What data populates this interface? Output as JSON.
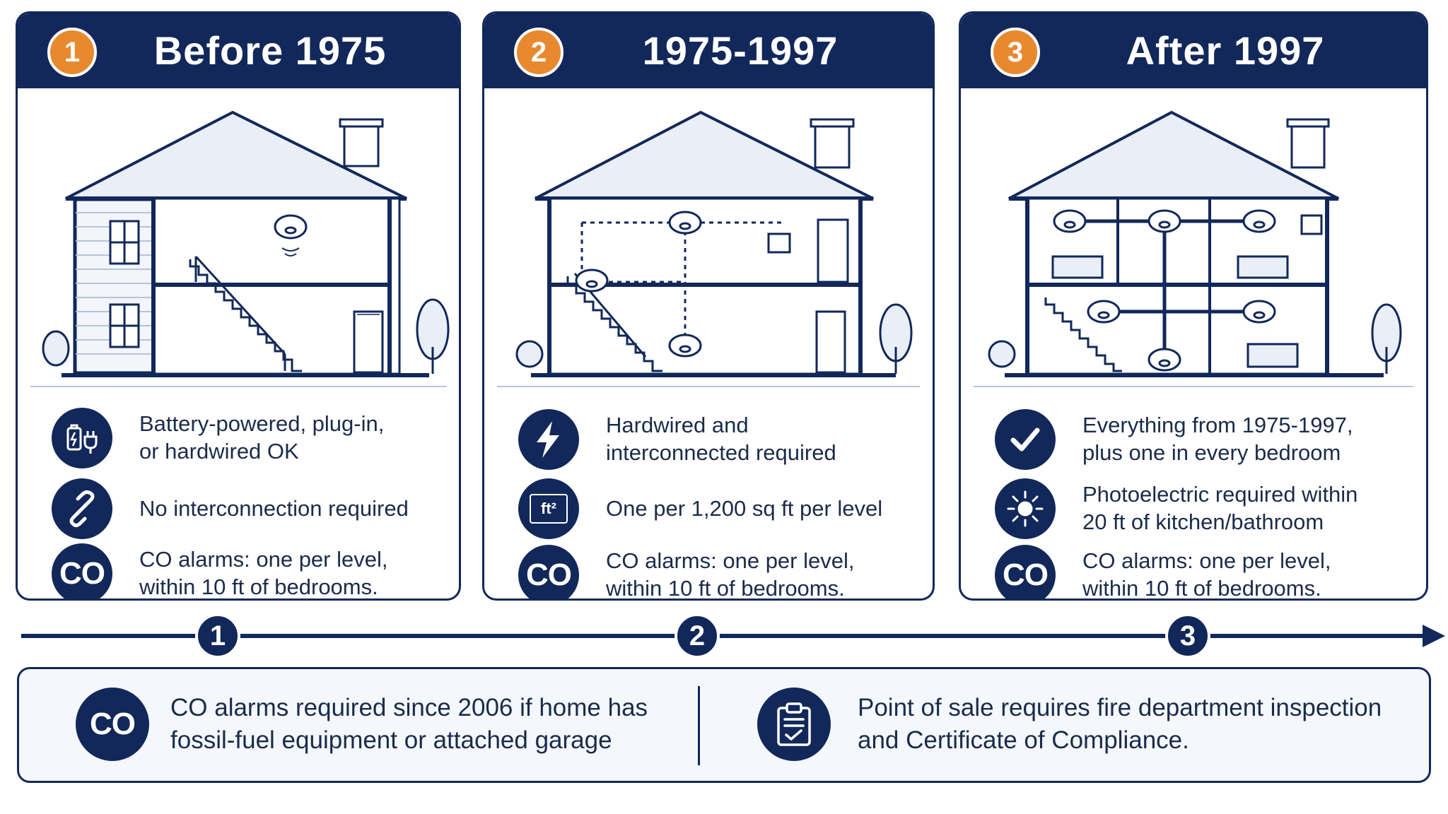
{
  "panels": [
    {
      "number": "1",
      "title": "Before 1975",
      "features": [
        {
          "icon": "battery-plug-icon",
          "text": "Battery-powered, plug-in,\nor hardwired OK"
        },
        {
          "icon": "chain-link-icon",
          "text": "No interconnection required"
        },
        {
          "icon": "co-icon",
          "icon_text": "CO",
          "text": "CO alarms: one per level,\nwithin 10 ft of bedrooms."
        }
      ]
    },
    {
      "number": "2",
      "title": "1975-1997",
      "features": [
        {
          "icon": "lightning-bolt-icon",
          "text": "Hardwired and\ninterconnected required"
        },
        {
          "icon": "square-feet-icon",
          "icon_text": "ft²",
          "text": "One per 1,200 sq ft per level"
        },
        {
          "icon": "co-icon",
          "icon_text": "CO",
          "text": "CO alarms: one per level,\nwithin 10 ft of bedrooms."
        }
      ]
    },
    {
      "number": "3",
      "title": "After 1997",
      "features": [
        {
          "icon": "checkmark-icon",
          "text": "Everything from 1975-1997,\nplus one in every bedroom"
        },
        {
          "icon": "photoelectric-sensor-icon",
          "text": "Photoelectric required within\n20 ft of kitchen/bathroom"
        },
        {
          "icon": "co-icon",
          "icon_text": "CO",
          "text": "CO alarms: one per level,\nwithin 10 ft of bedrooms."
        }
      ]
    }
  ],
  "timeline": {
    "nodes": [
      "1",
      "2",
      "3"
    ]
  },
  "bottom": {
    "left": {
      "icon_text": "CO",
      "text": "CO alarms required since 2006 if home has\nfossil-fuel equipment or attached garage"
    },
    "right": {
      "icon": "clipboard-check-icon",
      "text": "Point of sale requires fire department inspection\nand Certificate of Compliance."
    }
  },
  "colors": {
    "navy": "#12285a",
    "orange": "#e8892f",
    "line": "#b7c3d8",
    "house_fill": "#e9eef7"
  }
}
